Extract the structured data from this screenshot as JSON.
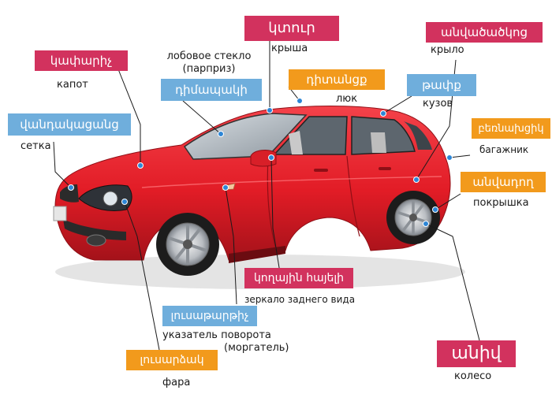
{
  "labels": {
    "roof": {
      "am": "կտուր",
      "ru": "крыша"
    },
    "wing": {
      "am": "անվածածկոց",
      "ru": "крыло"
    },
    "hood": {
      "am": "կափարիչ",
      "ru": "капот"
    },
    "windshield": {
      "am": "դիմապակի",
      "ru_line1": "лобовое стекло",
      "ru_line2": "(парприз)"
    },
    "hatch": {
      "am": "դիտանցք",
      "ru": "люк"
    },
    "body": {
      "am": "թափք",
      "ru": "кузов"
    },
    "grille": {
      "am": "վանդակացանց",
      "ru": "сетка"
    },
    "trunk": {
      "am": "բեռնախցիկ",
      "ru": "багажник"
    },
    "tire": {
      "am": "անվադող",
      "ru": "покрышка"
    },
    "mirror": {
      "am": "կողային հայելի",
      "ru": "зеркало заднего вида"
    },
    "turn_signal": {
      "am": "լուսաթարթիչ",
      "ru_line1": "указатель поворота",
      "ru_line2": "(моргатель)"
    },
    "headlight": {
      "am": "լուսարձակ",
      "ru": "фара"
    },
    "wheel": {
      "am": "անիվ",
      "ru": "колесо"
    }
  },
  "colors": {
    "red_tag": "#d2325e",
    "blue_tag": "#6faedc",
    "orange_tag": "#f29a1c",
    "car_body": "#e8222b",
    "pointer_dot": "#2d86d6"
  }
}
